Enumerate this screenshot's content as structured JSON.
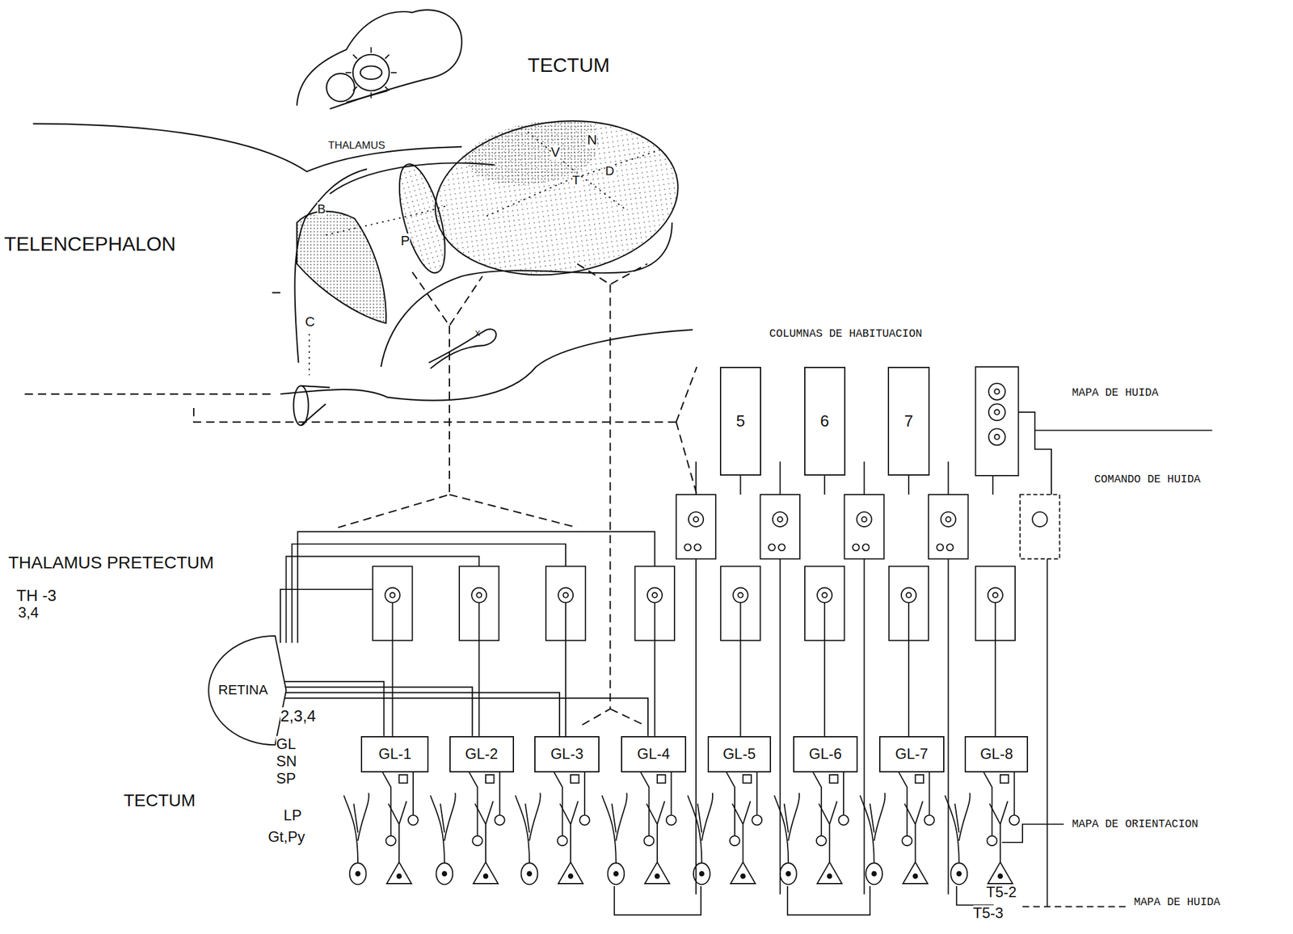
{
  "diagram": {
    "nodes": [
      {
        "text": [
          "5"
        ]
      },
      {
        "text": [
          "6"
        ]
      },
      {
        "text": [
          "7"
        ]
      },
      {
        "text": [
          "RETINA"
        ]
      },
      {
        "text": [
          "GL-1"
        ]
      },
      {
        "text": [
          "GL-2"
        ]
      },
      {
        "text": [
          "GL-3"
        ]
      },
      {
        "text": [
          "GL-4"
        ]
      },
      {
        "text": [
          "GL-5"
        ]
      },
      {
        "text": [
          "GL-6"
        ]
      },
      {
        "text": [
          "GL-7"
        ]
      },
      {
        "text": [
          "GL-8"
        ]
      }
    ],
    "edges": [
      {
        "from": 3,
        "to": 4,
        "arrow": "none"
      },
      {
        "from": 3,
        "to": 5,
        "arrow": "none"
      },
      {
        "from": 3,
        "to": 6,
        "arrow": "none"
      },
      {
        "from": 3,
        "to": 7,
        "arrow": "none"
      }
    ],
    "labels": [
      "TECTUM",
      "THALAMUS",
      "TELENCEPHALON",
      "B",
      "P",
      "C",
      "V",
      "N",
      "T",
      "D",
      "X",
      "COLUMNAS DE HABITUACION",
      "MAPA DE HUIDA",
      "COMANDO DE HUIDA",
      "THALAMUS PRETECTUM",
      "TH -3",
      "3,4",
      "2,3,4",
      "GL",
      "SN",
      "SP",
      "TECTUM",
      "LP",
      "Gt,Py",
      "MAPA DE ORIENTACION",
      "T5-2",
      "T5-3",
      "MAPA DE HUIDA"
    ]
  }
}
